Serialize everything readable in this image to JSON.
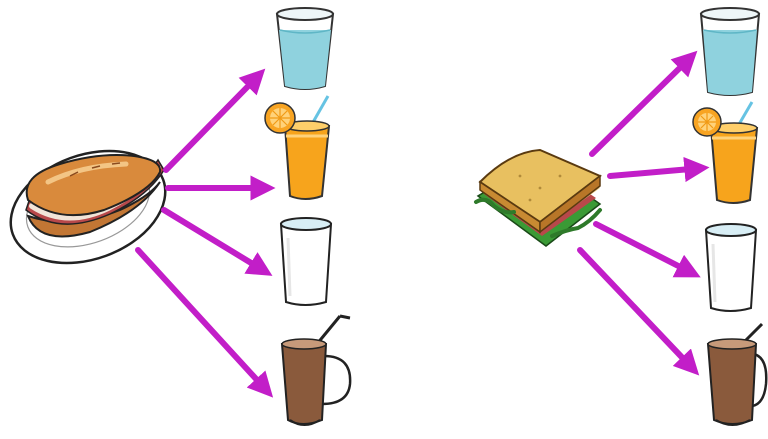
{
  "colors": {
    "arrow": "#c21ec8",
    "water": "#8fd2de",
    "orange_juice": "#f7a41c",
    "milk": "#ffffff",
    "chocolate": "#8a5a3c",
    "bread_roll": "#d98a3c",
    "bread_slice": "#e8c060",
    "lettuce": "#3a9a35",
    "ham": "#b8484a"
  },
  "groups": [
    {
      "food": {
        "name": "baguette-sandwich",
        "icon": "baguette-sandwich-on-plate-icon"
      },
      "drinks": [
        {
          "name": "glass-of-water",
          "icon": "water-glass-icon"
        },
        {
          "name": "glass-of-orange-juice",
          "icon": "orange-juice-glass-icon"
        },
        {
          "name": "glass-of-milk",
          "icon": "milk-glass-icon"
        },
        {
          "name": "chocolate-milk-mug",
          "icon": "chocolate-milk-mug-icon"
        }
      ]
    },
    {
      "food": {
        "name": "toast-sandwich",
        "icon": "toast-sandwich-icon"
      },
      "drinks": [
        {
          "name": "glass-of-water",
          "icon": "water-glass-icon"
        },
        {
          "name": "glass-of-orange-juice",
          "icon": "orange-juice-glass-icon"
        },
        {
          "name": "glass-of-milk",
          "icon": "milk-glass-icon"
        },
        {
          "name": "chocolate-milk-mug",
          "icon": "chocolate-milk-mug-icon"
        }
      ]
    }
  ]
}
